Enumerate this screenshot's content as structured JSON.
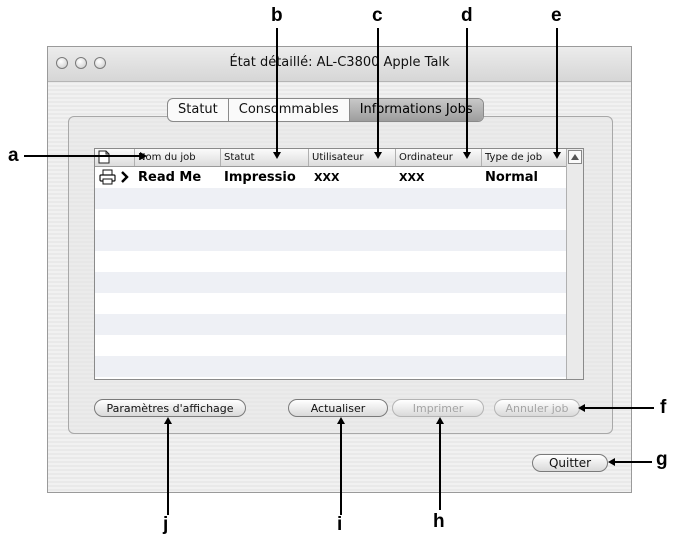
{
  "window": {
    "title": "État détaillé: AL-C3800  Apple Talk"
  },
  "tabs": [
    {
      "label": "Statut"
    },
    {
      "label": "Consommables"
    },
    {
      "label": "Informations Jobs"
    }
  ],
  "table": {
    "columns": [
      "Nom du job",
      "Statut",
      "Utilisateur",
      "Ordinateur",
      "Type de job"
    ],
    "rows": [
      {
        "name": "Read Me",
        "status": "Impressio",
        "user": "XXX",
        "computer": "XXX",
        "type": "Normal"
      }
    ]
  },
  "buttons": {
    "display_settings": "Paramètres d'affichage",
    "refresh": "Actualiser",
    "print": "Imprimer",
    "cancel_job": "Annuler job",
    "quit": "Quitter"
  },
  "callouts": {
    "a": "a",
    "b": "b",
    "c": "c",
    "d": "d",
    "e": "e",
    "f": "f",
    "g": "g",
    "h": "h",
    "i": "i",
    "j": "j"
  },
  "icons": {
    "header": "document-icon",
    "row": "printer-icon",
    "row_state": "chevron-right-icon"
  }
}
